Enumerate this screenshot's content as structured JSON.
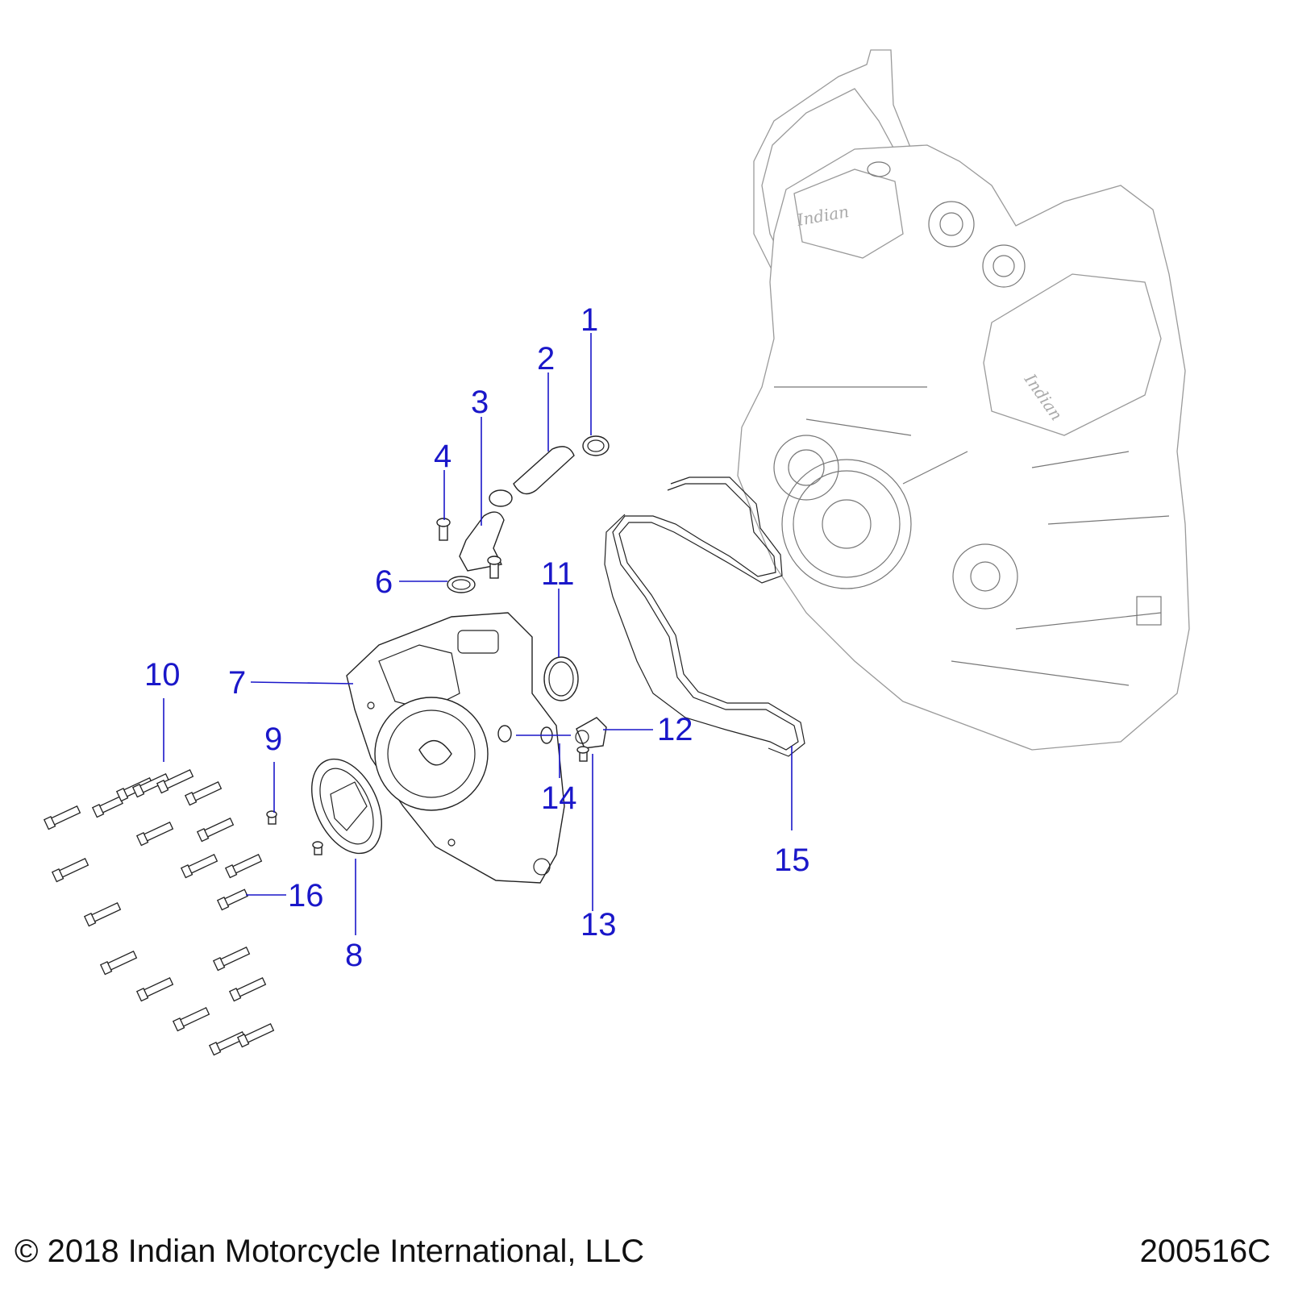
{
  "callouts": [
    {
      "id": "1",
      "label": "1"
    },
    {
      "id": "2",
      "label": "2"
    },
    {
      "id": "3",
      "label": "3"
    },
    {
      "id": "4",
      "label": "4"
    },
    {
      "id": "6",
      "label": "6"
    },
    {
      "id": "7",
      "label": "7"
    },
    {
      "id": "8",
      "label": "8"
    },
    {
      "id": "9",
      "label": "9"
    },
    {
      "id": "10",
      "label": "10"
    },
    {
      "id": "11",
      "label": "11"
    },
    {
      "id": "12",
      "label": "12"
    },
    {
      "id": "13",
      "label": "13"
    },
    {
      "id": "14",
      "label": "14"
    },
    {
      "id": "15",
      "label": "15"
    },
    {
      "id": "16",
      "label": "16"
    }
  ],
  "footer": {
    "copyright": "© 2018 Indian Motorcycle International, LLC",
    "drawing_number": "200516C"
  },
  "colors": {
    "callout": "#1a17c9",
    "line_art": "#222222",
    "engine_line_art": "#9a9a9a"
  }
}
